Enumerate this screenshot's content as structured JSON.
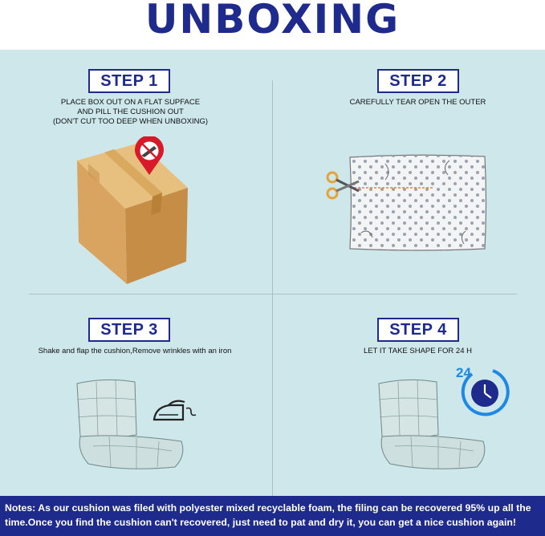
{
  "page": {
    "title": "UNBOXING",
    "notes": "Notes: As our cushion was filed with polyester mixed recyclable foam, the filing can be recovered 95% up all the time.Once you find the cushion can't recovered, just need to pat and dry it, you can get a nice cushion again!"
  },
  "steps": [
    {
      "label": "STEP 1",
      "lines": [
        "PLACE BOX OUT ON A FLAT SUPFACE",
        "AND PILL THE CUSHION OUT",
        "(DON'T CUT TOO DEEP WHEN UNBOXING)"
      ]
    },
    {
      "label": "STEP 2",
      "lines": [
        "CAREFULLY TEAR OPEN THE OUTER"
      ]
    },
    {
      "label": "STEP 3",
      "lines": [
        "Shake and flap the cushion,Remove wrinkles with an iron"
      ]
    },
    {
      "label": "STEP 4",
      "lines": [
        "LET IT TAKE SHAPE FOR 24 H"
      ],
      "clock_label": "24"
    }
  ],
  "colors": {
    "brand": "#1e2a8c",
    "panel": "#cde7ea",
    "clock": "#1e88e5",
    "warning": "#d7192a"
  },
  "icons": [
    "no-knife-icon",
    "scissors-icon",
    "iron-icon",
    "clock-icon"
  ]
}
